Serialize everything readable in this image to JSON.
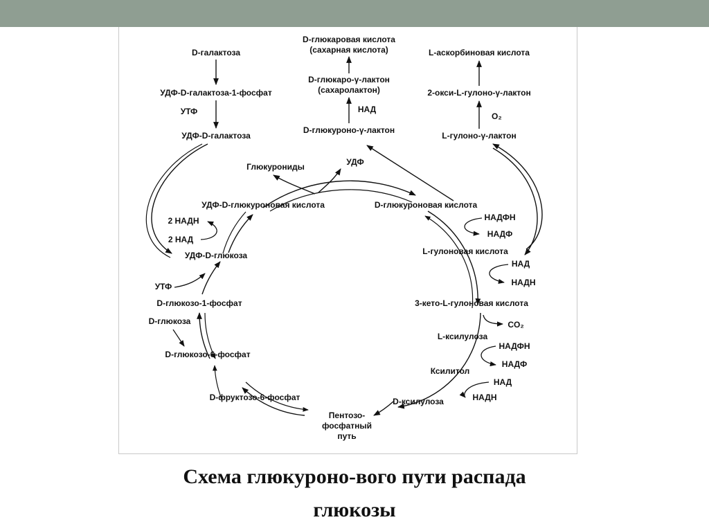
{
  "slide": {
    "caption_line1": "Схема глюкуроно-вого пути распада",
    "caption_line2": "глюкозы",
    "header_color": "#8f9e92"
  },
  "diagram": {
    "left_column": {
      "galactose": "D-галактоза",
      "udp_gal_1p": "УДФ-D-галактоза-1-фосфат",
      "utp": "УТФ",
      "udp_galactose": "УДФ-D-галактоза"
    },
    "top_center": {
      "glucaric_acid": "D-глюкаровая кислота",
      "saccharic_acid": "(сахарная кислота)",
      "glucaro_lactone": "D-глюкаро-γ-лактон",
      "saccharolactone": "(сахаролактон)",
      "nad": "НАД",
      "glucurono_lactone": "D-глюкуроно-γ-лактон"
    },
    "top_right": {
      "ascorbic_acid": "L-аскорбиновая кислота",
      "oxy_gulono_lactone": "2-окси-L-гулоно-γ-лактон",
      "o2": "O₂",
      "gulono_lactone": "L-гулоно-γ-лактон"
    },
    "cycle_left": {
      "glucuronides": "Глюкурониды",
      "udp": "УДФ",
      "udp_glucuronic": "УДФ-D-глюкуроновая кислота",
      "nadh2": "2 НАДН",
      "nad2": "2 НАД",
      "udp_glucose": "УДФ-D-глюкоза",
      "utp": "УТФ",
      "glc_1p": "D-глюкозо-1-фосфат",
      "glucose": "D-глюкоза",
      "glc_6p": "D-глюкозо-6-фосфат",
      "fru_6p": "D-фруктозо-6-фосфат"
    },
    "cycle_bottom": {
      "ppp_line1": "Пентозо-",
      "ppp_line2": "фосфатный",
      "ppp_line3": "путь"
    },
    "cycle_right": {
      "glucuronic": "D-глюкуроновая кислота",
      "nadph": "НАДФН",
      "nadp": "НАДФ",
      "gulonic": "L-гулоновая кислота",
      "nad": "НАД",
      "nadh": "НАДН",
      "keto_gulonic": "3-кето-L-гулоновая кислота",
      "co2": "CO₂",
      "l_xylulose": "L-ксилулоза",
      "nadph2": "НАДФН",
      "nadp2": "НАДФ",
      "xylitol": "Ксилитол",
      "nad2": "НАД",
      "nadh2": "НАДН",
      "d_xylulose": "D-ксилулоза"
    }
  }
}
